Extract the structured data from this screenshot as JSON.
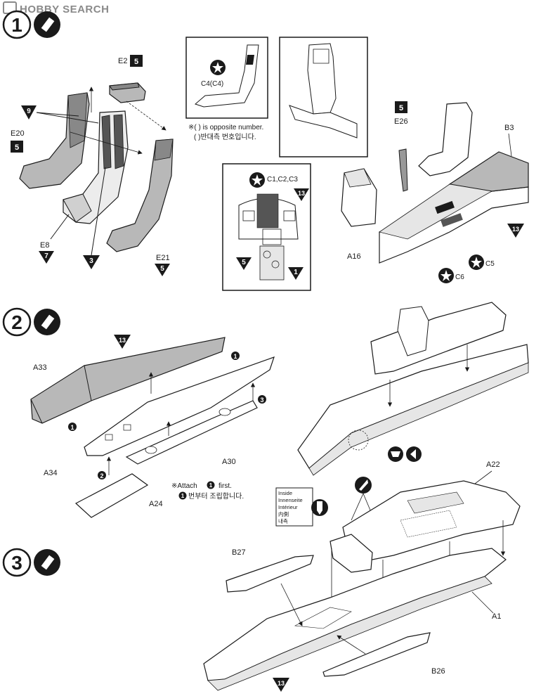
{
  "watermark": {
    "brand": "HOBBY SEARCH"
  },
  "steps": [
    {
      "number": "1"
    },
    {
      "number": "2"
    },
    {
      "number": "3"
    }
  ],
  "step1": {
    "parts": {
      "e2": "E2",
      "e20": "E20",
      "e8": "E8",
      "e21": "E21",
      "e26": "E26",
      "b3": "B3",
      "a16": "A16",
      "c4": "C4(C4)",
      "c123": "C1,C2,C3",
      "c5": "C5",
      "c6": "C6"
    },
    "callouts": {
      "e2": "5",
      "e20": "5",
      "e8": "7",
      "seat_cushion": "9",
      "seat_belts": "3",
      "e21": "5",
      "panel_top": "13",
      "panel_left": "5",
      "panel_right": "1",
      "e26": "5",
      "tub": "13"
    },
    "notes": {
      "opposite_en": "※( ) is opposite number.",
      "opposite_ko": "( )반대측 번호입니다."
    }
  },
  "step2": {
    "parts": {
      "a33": "A33",
      "a34": "A34",
      "a30": "A30",
      "a24": "A24"
    },
    "callouts": {
      "top": "13"
    },
    "order_marks": {
      "one_a": "1",
      "one_b": "1",
      "two": "2",
      "three": "3"
    },
    "notes": {
      "attach_prefix": "※Attach",
      "attach_num": "1",
      "attach_suffix": "first.",
      "attach_ko_num": "1",
      "attach_ko": "번부터 조립합니다."
    }
  },
  "step3": {
    "parts": {
      "a22": "A22",
      "b27": "B27",
      "a1": "A1",
      "b26": "B26"
    },
    "callouts": {
      "bottom": "13"
    },
    "inside_box": [
      "Inside",
      "Innenseite",
      "Intérieur",
      "内側",
      "내측"
    ]
  },
  "colors": {
    "ink": "#1a1a1a",
    "shade": "#b8b8b8",
    "dark": "#555555",
    "watermark": "#8a8a8a"
  }
}
